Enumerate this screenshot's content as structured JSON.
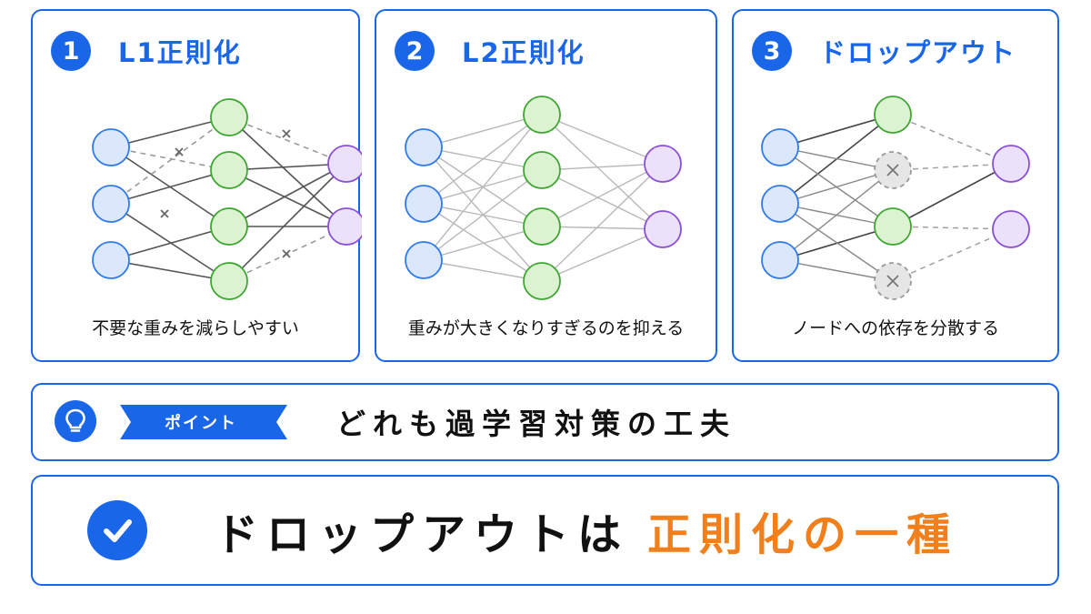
{
  "panels": [
    {
      "number": "1",
      "title": "L1正則化",
      "caption": "不要な重みを減らしやすい"
    },
    {
      "number": "2",
      "title": "L2正則化",
      "caption": "重みが大きくなりすぎるのを抑える"
    },
    {
      "number": "3",
      "title": "ドロップアウト",
      "caption": "ノードへの依存を分散する"
    }
  ],
  "point": {
    "tag": "ポイント",
    "text": "どれも過学習対策の工夫"
  },
  "answer": {
    "main": "ドロップアウトは",
    "highlight": "正則化の一種"
  },
  "colors": {
    "accent": "#1a66e8",
    "highlight": "#f07f1c",
    "input_node": "#dbe8fb",
    "hidden_node": "#dcf3d2",
    "output_node": "#ece1fb",
    "dropped_node": "#e6e6e6"
  },
  "icons": {
    "point": "lightbulb-icon",
    "answer": "checkmark-icon",
    "dropped": "cross-icon"
  }
}
